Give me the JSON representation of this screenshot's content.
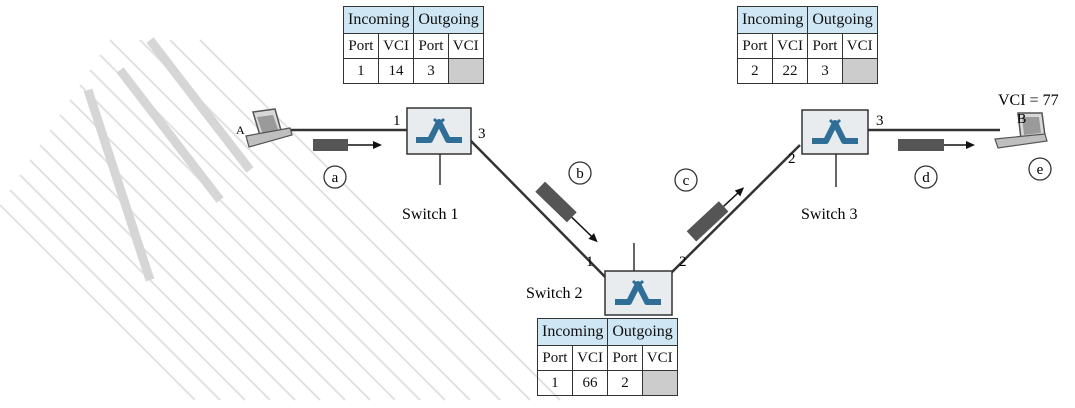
{
  "tables": {
    "switch1": {
      "incoming": "Incoming",
      "outgoing": "Outgoing",
      "col1": "Port",
      "col2": "VCI",
      "col3": "Port",
      "col4": "VCI",
      "in_port": "1",
      "in_vci": "14",
      "out_port": "3",
      "out_vci": ""
    },
    "switch3": {
      "incoming": "Incoming",
      "outgoing": "Outgoing",
      "col1": "Port",
      "col2": "VCI",
      "col3": "Port",
      "col4": "VCI",
      "in_port": "2",
      "in_vci": "22",
      "out_port": "3",
      "out_vci": ""
    },
    "switch2": {
      "incoming": "Incoming",
      "outgoing": "Outgoing",
      "col1": "Port",
      "col2": "VCI",
      "col3": "Port",
      "col4": "VCI",
      "in_port": "1",
      "in_vci": "66",
      "out_port": "2",
      "out_vci": ""
    }
  },
  "switches": {
    "s1": "Switch 1",
    "s2": "Switch 2",
    "s3": "Switch 3"
  },
  "ports": {
    "s1_left": "1",
    "s1_right": "3",
    "s2_left": "1",
    "s2_right": "2",
    "s3_left": "2",
    "s3_right": "3"
  },
  "hosts": {
    "right_vci": "VCI = 77",
    "right_name": "B",
    "left_name": "A"
  },
  "frames": {
    "a": "a",
    "b": "b",
    "c": "c",
    "d": "d",
    "e": "e"
  },
  "colors": {
    "switch_fill": "#e9ecef",
    "switch_icon": "#2f6e97",
    "table_header": "#cfe6f4",
    "empty_cell": "#cccccc",
    "frame": "#555555"
  }
}
